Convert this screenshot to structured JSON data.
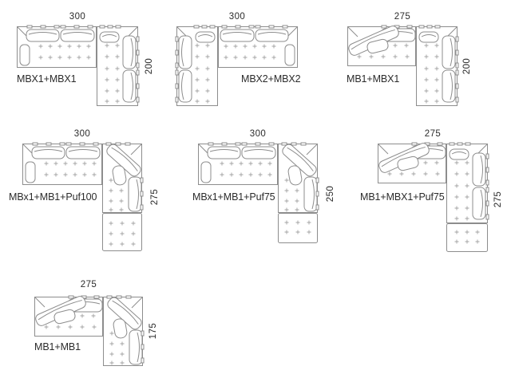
{
  "diagrams": [
    {
      "label": "MBX1+MBX1",
      "width": "300",
      "height": "200"
    },
    {
      "label": "MBX2+MBX2",
      "width": "300"
    },
    {
      "label": "MB1+MBX1",
      "width": "275",
      "height": "200"
    },
    {
      "label": "MBx1+MB1+Puf100",
      "width": "300",
      "height": "275"
    },
    {
      "label": "MBx1+MB1+Puf75",
      "width": "300",
      "height": "250"
    },
    {
      "label": "MB1+MBX1+Puf75",
      "width": "275",
      "height": "275"
    },
    {
      "label": "MB1+MB1",
      "width": "275",
      "height": "175"
    }
  ],
  "colors": {
    "line": "#8d8d8d",
    "plus_marks": "#a3a3a3",
    "text": "#2b2b2b",
    "background": "#ffffff"
  }
}
